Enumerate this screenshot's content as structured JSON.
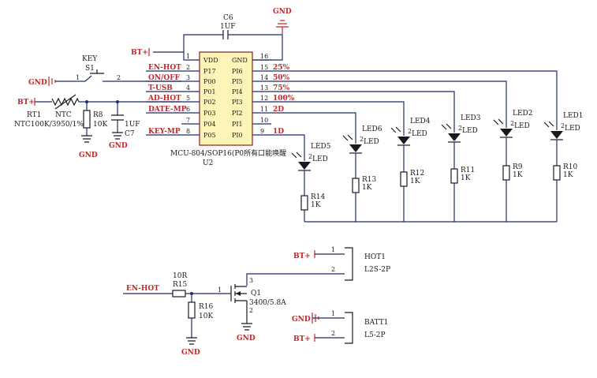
{
  "ic": {
    "part": "MCU-804/SOP16(P0所有口能唤醒",
    "ref": "U2",
    "left_pins": [
      {
        "num": "1",
        "name": "VDD"
      },
      {
        "num": "2",
        "name": "P17"
      },
      {
        "num": "3",
        "name": "P00"
      },
      {
        "num": "4",
        "name": "P01"
      },
      {
        "num": "5",
        "name": "P02"
      },
      {
        "num": "6",
        "name": "P03"
      },
      {
        "num": "7",
        "name": "P04"
      },
      {
        "num": "8",
        "name": "P05"
      }
    ],
    "right_pins": [
      {
        "num": "16",
        "name": "GND"
      },
      {
        "num": "15",
        "name": "PI6"
      },
      {
        "num": "14",
        "name": "PI5"
      },
      {
        "num": "13",
        "name": "PI4"
      },
      {
        "num": "12",
        "name": "PI3"
      },
      {
        "num": "11",
        "name": "PI2"
      },
      {
        "num": "10",
        "name": "PI1"
      },
      {
        "num": "9",
        "name": "PI0"
      }
    ]
  },
  "nets": {
    "left": [
      "EN-HOT",
      "ON/OFF",
      "T-USB",
      "AD-HOT",
      "DATE-MP",
      "KEY-MP"
    ],
    "right": [
      "25%",
      "50%",
      "75%",
      "100%",
      "2D",
      "1D"
    ]
  },
  "power": {
    "gnd": "GND",
    "bat": "BT+"
  },
  "c6": {
    "ref": "C6",
    "value": "1UF"
  },
  "key": {
    "label": "KEY",
    "ref": "S1",
    "pin1": "1",
    "pin2": "2"
  },
  "ntc": {
    "ref": "RT1",
    "body": "NTC",
    "value": "NTC100K/3950/1%"
  },
  "r8": {
    "ref": "R8",
    "value": "10K"
  },
  "c7": {
    "ref": "C7",
    "value": "1UF"
  },
  "leds": [
    {
      "ref": "LED5",
      "value": "LED"
    },
    {
      "ref": "LED6",
      "value": "LED"
    },
    {
      "ref": "LED4",
      "value": "LED"
    },
    {
      "ref": "LED3",
      "value": "LED"
    },
    {
      "ref": "LED2",
      "value": "LED"
    },
    {
      "ref": "LED1",
      "value": "LED"
    }
  ],
  "led_pin_num": "2",
  "resistors": [
    {
      "ref": "R14",
      "value": "1K"
    },
    {
      "ref": "R13",
      "value": "1K"
    },
    {
      "ref": "R12",
      "value": "1K"
    },
    {
      "ref": "R11",
      "value": "1K"
    },
    {
      "ref": "R9",
      "value": "1K"
    },
    {
      "ref": "R10",
      "value": "1K"
    }
  ],
  "hot": {
    "ref": "HOT1",
    "value": "L2S-2P",
    "pin1": "1",
    "pin2": "2"
  },
  "batt": {
    "ref": "BATT1",
    "value": "L5-2P",
    "pin1": "1",
    "pin2": "2"
  },
  "drive": {
    "net": "EN-HOT",
    "r15": {
      "ref": "R15",
      "value": "10R"
    },
    "r16": {
      "ref": "R16",
      "value": "10K"
    },
    "q1": {
      "ref": "Q1",
      "value": "3400/5.8A",
      "pin1": "1",
      "pin2": "2",
      "pin3": "3"
    }
  }
}
